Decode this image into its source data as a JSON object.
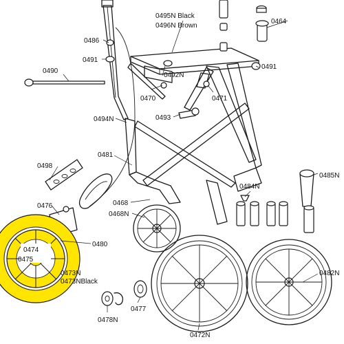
{
  "highlight_color": "#ffe500",
  "labels": {
    "l0495N": "0495N  Black",
    "l0496N": "0496N  Brown",
    "l0464": "0464",
    "l0486": "0486",
    "l0491a": "0491",
    "l0491b": "0491",
    "l0490": "0490",
    "l0492N": "0492N",
    "l0470": "0470",
    "l0471": "0471",
    "l0494N": "0494N",
    "l0493": "0493",
    "l0481": "0481",
    "l0498": "0498",
    "l0485N": "0485N",
    "l0484N": "0484N",
    "l0476": "0476",
    "l0468": "0468",
    "l0468N": "0468N",
    "l0474": "0474",
    "l0475": "0475",
    "l0480": "0480",
    "l0473N": "0473N",
    "l0473NBlack": "0473NBlack",
    "l0482N": "0482N",
    "l0477": "0477",
    "l0478N": "0478N",
    "l0472N": "0472N"
  }
}
